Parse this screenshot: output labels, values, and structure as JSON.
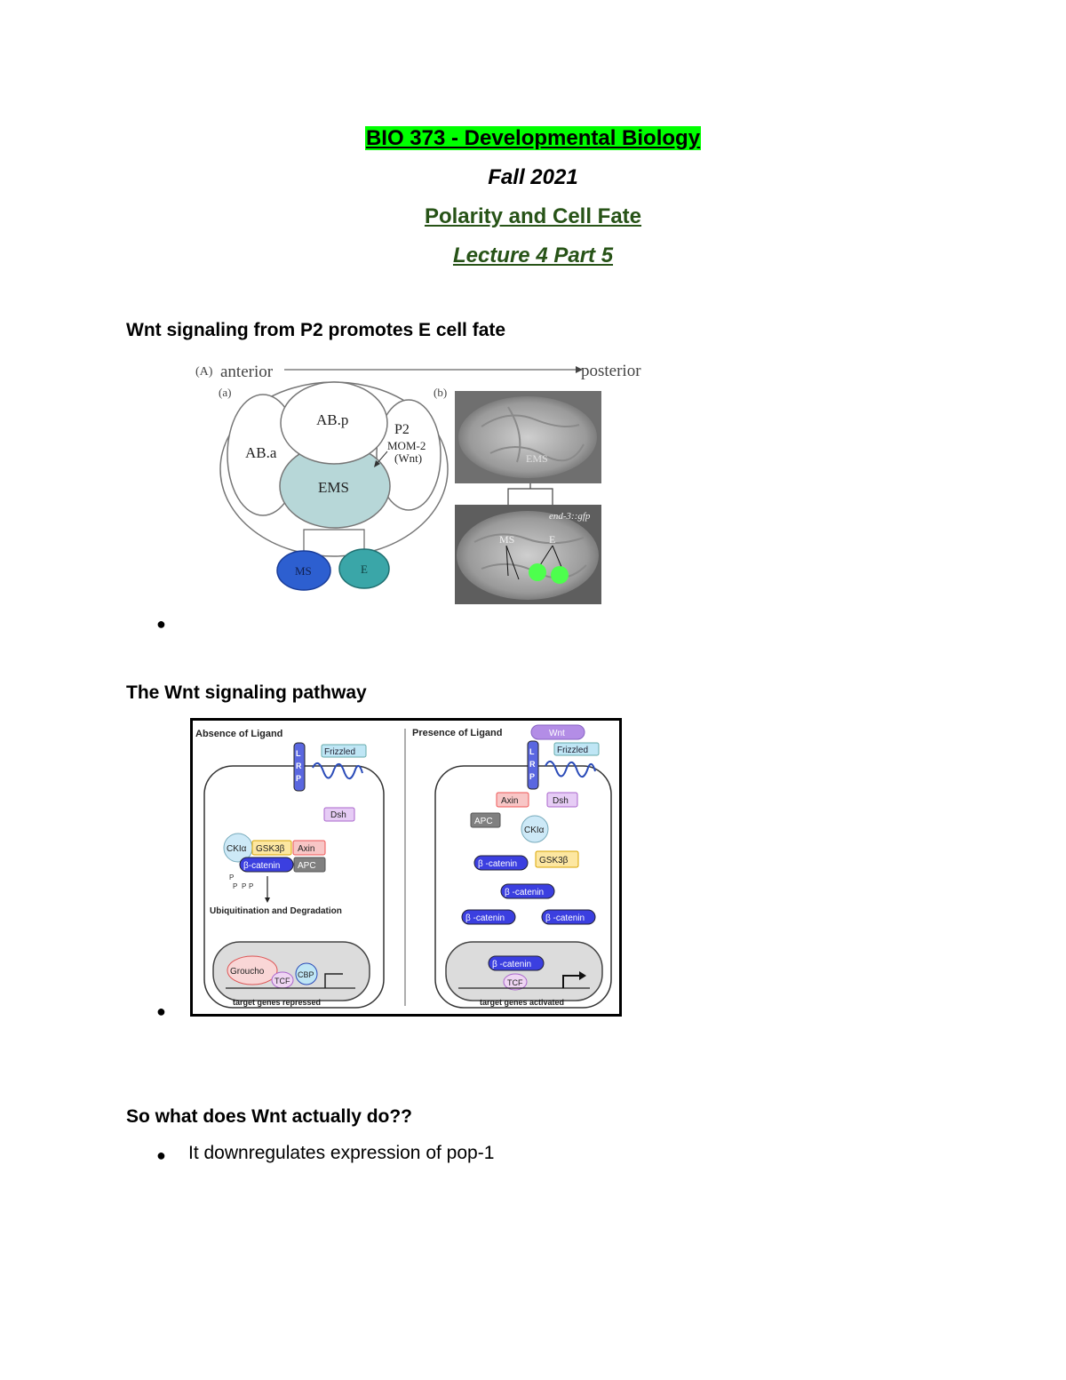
{
  "header": {
    "course": "BIO 373 - Developmental Biology",
    "term": "Fall 2021",
    "topic": " Polarity and Cell Fate",
    "lecture": "Lecture 4 Part 5"
  },
  "sections": [
    {
      "heading": "Wnt signaling from P2 promotes E cell fate"
    },
    {
      "heading": "The Wnt signaling pathway"
    },
    {
      "heading": "So what does Wnt actually do??",
      "bullet_text": "It downregulates expression of pop-1"
    }
  ],
  "bullet_glyph": "●",
  "figure1": {
    "panel_label": "(A)",
    "axis_left": "anterior",
    "axis_right": "posterior",
    "sub_a": "(a)",
    "sub_b": "(b)",
    "cells": {
      "ab_a": "AB.a",
      "ab_p": "AB.p",
      "p2": "P2",
      "mom2": "MOM-2",
      "wnt": "(Wnt)",
      "ems": "EMS",
      "ms": "MS",
      "e": "E"
    },
    "photo": {
      "ems": "EMS",
      "ms": "MS",
      "e": "E",
      "reporter": "end-3::gfp"
    },
    "colors": {
      "ems": "#b7d7d8",
      "ms": "#2d5fd0",
      "e": "#3aa6a8",
      "gfp": "#4dff4d"
    }
  },
  "figure2": {
    "absence": {
      "title": "Absence of Ligand",
      "lrp": [
        "L",
        "R",
        "P"
      ],
      "frizzled": "Frizzled",
      "dsh": "Dsh",
      "ckia": "CKIα",
      "gsk": "GSK3β",
      "axin": "Axin",
      "bcat": "β-catenin",
      "apc": "APC",
      "p_marks": [
        "P",
        "P",
        "P",
        "P"
      ],
      "degradation": "Ubiquitination and Degradation",
      "groucho": "Groucho",
      "tcf": "TCF",
      "cbp": "CBP",
      "target": "target genes repressed"
    },
    "presence": {
      "title": "Presence of Ligand",
      "wnt": "Wnt",
      "lrp": [
        "L",
        "R",
        "P"
      ],
      "frizzled": "Frizzled",
      "axin": "Axin",
      "dsh": "Dsh",
      "apc": "APC",
      "ckia": "CKIα",
      "bcat": "β -catenin",
      "gsk": "GSK3β",
      "tcf": "TCF",
      "target": "target genes activated"
    },
    "colors": {
      "lrp": "#5a67e0",
      "frizzled": "#bfe6f5",
      "dsh": "#e6ccf5",
      "gsk": "#fde7a1",
      "axin": "#f8c6c6",
      "bcat": "#3b3fe0",
      "apc": "#808080",
      "wnt": "#b38de6",
      "groucho": "#f9d6d6",
      "nucleus": "#dcdcdc"
    }
  }
}
